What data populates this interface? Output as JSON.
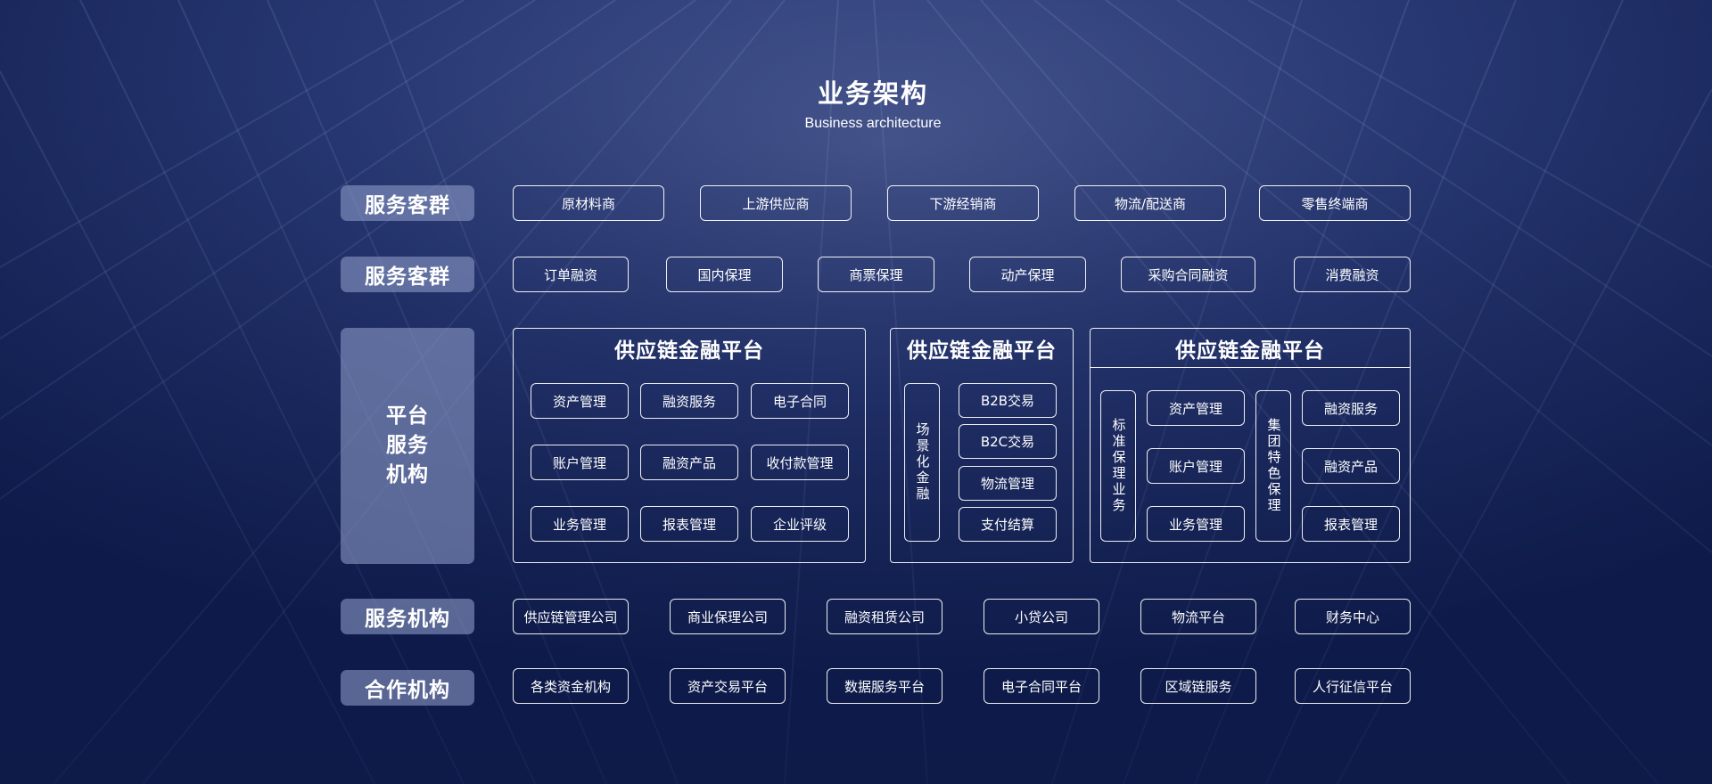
{
  "header": {
    "title": "业务架构",
    "subtitle": "Business architecture"
  },
  "rows": {
    "customers": {
      "label": "服务客群",
      "items": [
        "原材料商",
        "上游供应商",
        "下游经销商",
        "物流/配送商",
        "零售终端商"
      ]
    },
    "financing": {
      "label": "服务客群",
      "items": [
        "订单融资",
        "国内保理",
        "商票保理",
        "动产保理",
        "采购合同融资",
        "消费融资"
      ]
    },
    "platform": {
      "label_lines": [
        "平台",
        "服务",
        "机构"
      ],
      "panel1": {
        "title": "供应链金融平台",
        "items": [
          "资产管理",
          "融资服务",
          "电子合同",
          "账户管理",
          "融资产品",
          "收付款管理",
          "业务管理",
          "报表管理",
          "企业评级"
        ]
      },
      "panel2": {
        "title": "供应链金融平台",
        "vertical_label": "场景化金融",
        "items": [
          "B2B交易",
          "B2C交易",
          "物流管理",
          "支付结算"
        ]
      },
      "panel3": {
        "title": "供应链金融平台",
        "group1_label": "标准保理业务",
        "group1_items": [
          "资产管理",
          "账户管理",
          "业务管理"
        ],
        "group2_label": "集团特色保理",
        "group2_items": [
          "融资服务",
          "融资产品",
          "报表管理"
        ]
      }
    },
    "institutions": {
      "label": "服务机构",
      "items": [
        "供应链管理公司",
        "商业保理公司",
        "融资租赁公司",
        "小贷公司",
        "物流平台",
        "财务中心"
      ]
    },
    "partners": {
      "label": "合作机构",
      "items": [
        "各类资金机构",
        "资产交易平台",
        "数据服务平台",
        "电子合同平台",
        "区域链服务",
        "人行征信平台"
      ]
    }
  },
  "colors": {
    "background_dark": "#0f1d4f",
    "background_light": "#3b4b85",
    "label_fill": "#7d8cba",
    "stroke": "#ffffff"
  }
}
